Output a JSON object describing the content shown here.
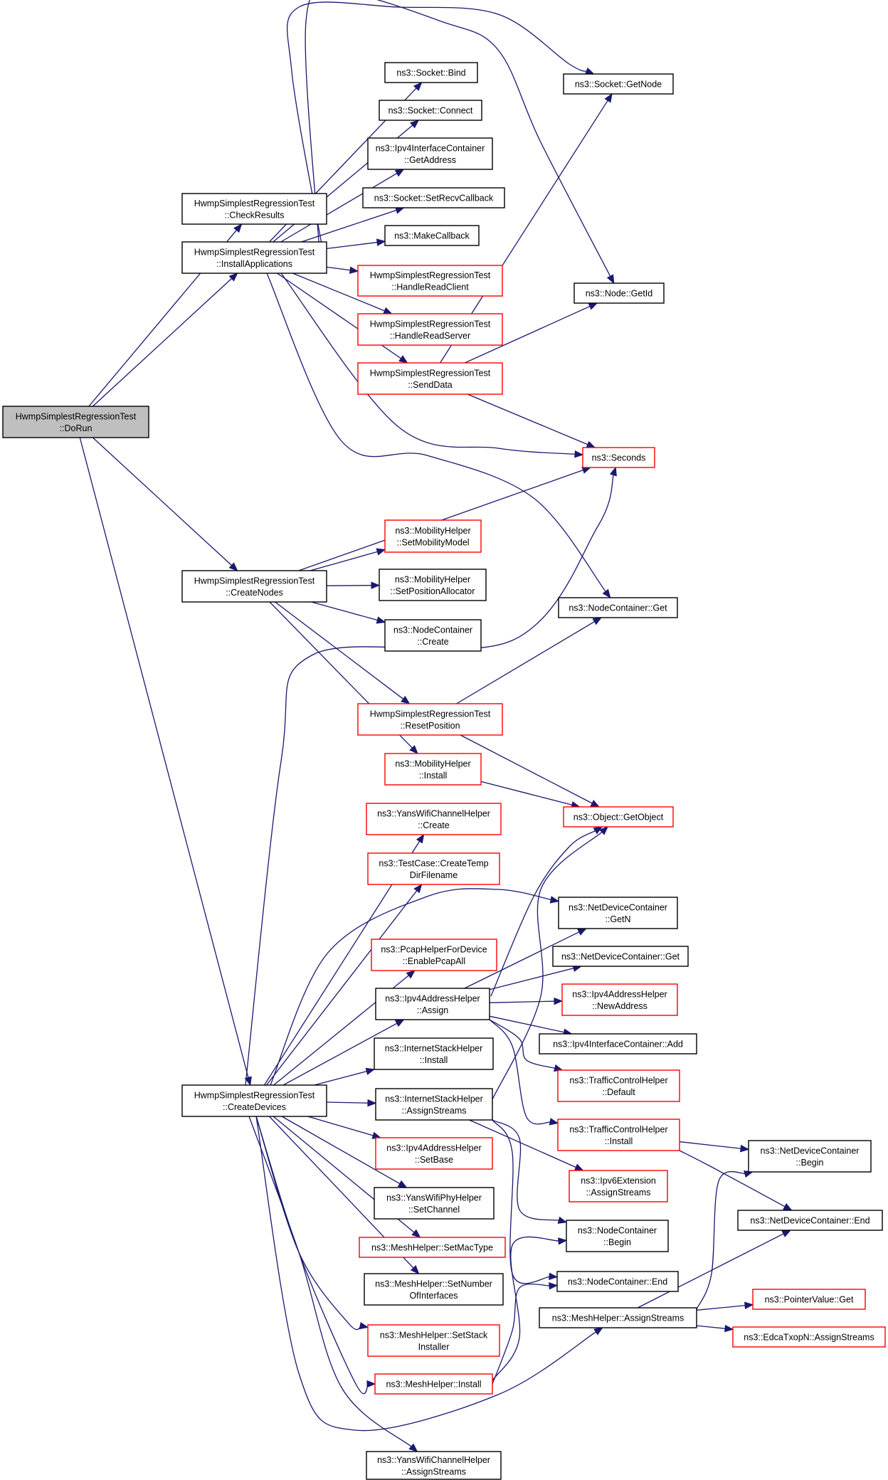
{
  "nodes": {
    "dorun": {
      "lines": [
        "HwmpSimplestRegressionTest",
        "::DoRun"
      ],
      "style": "root"
    },
    "checkresults": {
      "lines": [
        "HwmpSimplestRegressionTest",
        "::CheckResults"
      ],
      "style": "black"
    },
    "installapps": {
      "lines": [
        "HwmpSimplestRegressionTest",
        "::InstallApplications"
      ],
      "style": "black"
    },
    "createnodes": {
      "lines": [
        "HwmpSimplestRegressionTest",
        "::CreateNodes"
      ],
      "style": "black"
    },
    "createdevices": {
      "lines": [
        "HwmpSimplestRegressionTest",
        "::CreateDevices"
      ],
      "style": "black"
    },
    "socketbind": {
      "lines": [
        "ns3::Socket::Bind"
      ],
      "style": "black"
    },
    "socketconnect": {
      "lines": [
        "ns3::Socket::Connect"
      ],
      "style": "black"
    },
    "ipv4ifcgetaddr": {
      "lines": [
        "ns3::Ipv4InterfaceContainer",
        "::GetAddress"
      ],
      "style": "black"
    },
    "setrecvcb": {
      "lines": [
        "ns3::Socket::SetRecvCallback"
      ],
      "style": "black"
    },
    "makecallback": {
      "lines": [
        "ns3::MakeCallback"
      ],
      "style": "black"
    },
    "handlereadclient": {
      "lines": [
        "HwmpSimplestRegressionTest",
        "::HandleReadClient"
      ],
      "style": "red"
    },
    "handlereadserver": {
      "lines": [
        "HwmpSimplestRegressionTest",
        "::HandleReadServer"
      ],
      "style": "red"
    },
    "senddata": {
      "lines": [
        "HwmpSimplestRegressionTest",
        "::SendData"
      ],
      "style": "red"
    },
    "socketgetnode": {
      "lines": [
        "ns3::Socket::GetNode"
      ],
      "style": "black"
    },
    "nodegetid": {
      "lines": [
        "ns3::Node::GetId"
      ],
      "style": "black"
    },
    "seconds": {
      "lines": [
        "ns3::Seconds"
      ],
      "style": "red"
    },
    "setmobilitymodel": {
      "lines": [
        "ns3::MobilityHelper",
        "::SetMobilityModel"
      ],
      "style": "red"
    },
    "setposalloc": {
      "lines": [
        "ns3::MobilityHelper",
        "::SetPositionAllocator"
      ],
      "style": "black"
    },
    "nodecontcreate": {
      "lines": [
        "ns3::NodeContainer",
        "::Create"
      ],
      "style": "black"
    },
    "nodecontget": {
      "lines": [
        "ns3::NodeContainer::Get"
      ],
      "style": "black"
    },
    "resetposition": {
      "lines": [
        "HwmpSimplestRegressionTest",
        "::ResetPosition"
      ],
      "style": "red"
    },
    "mobilityinstall": {
      "lines": [
        "ns3::MobilityHelper",
        "::Install"
      ],
      "style": "red"
    },
    "getobject": {
      "lines": [
        "ns3::Object::GetObject"
      ],
      "style": "red"
    },
    "yanschcreate": {
      "lines": [
        "ns3::YansWifiChannelHelper",
        "::Create"
      ],
      "style": "red"
    },
    "createtemp": {
      "lines": [
        "ns3::TestCase::CreateTemp",
        "DirFilename"
      ],
      "style": "red"
    },
    "netdevgetn": {
      "lines": [
        "ns3::NetDeviceContainer",
        "::GetN"
      ],
      "style": "black"
    },
    "enablepcap": {
      "lines": [
        "ns3::PcapHelperForDevice",
        "::EnablePcapAll"
      ],
      "style": "red"
    },
    "netdevget": {
      "lines": [
        "ns3::NetDeviceContainer::Get"
      ],
      "style": "black"
    },
    "ipv4assign": {
      "lines": [
        "ns3::Ipv4AddressHelper",
        "::Assign"
      ],
      "style": "black"
    },
    "newaddress": {
      "lines": [
        "ns3::Ipv4AddressHelper",
        "::NewAddress"
      ],
      "style": "red"
    },
    "ipv4ifcadd": {
      "lines": [
        "ns3::Ipv4InterfaceContainer::Add"
      ],
      "style": "black"
    },
    "inetinstall": {
      "lines": [
        "ns3::InternetStackHelper",
        "::Install"
      ],
      "style": "black"
    },
    "tcdefault": {
      "lines": [
        "ns3::TrafficControlHelper",
        "::Default"
      ],
      "style": "red"
    },
    "inetassign": {
      "lines": [
        "ns3::InternetStackHelper",
        "::AssignStreams"
      ],
      "style": "black"
    },
    "tcinstall": {
      "lines": [
        "ns3::TrafficControlHelper",
        "::Install"
      ],
      "style": "red"
    },
    "netdevbegin": {
      "lines": [
        "ns3::NetDeviceContainer",
        "::Begin"
      ],
      "style": "black"
    },
    "ipv4setbase": {
      "lines": [
        "ns3::Ipv4AddressHelper",
        "::SetBase"
      ],
      "style": "red"
    },
    "ipv6ext": {
      "lines": [
        "ns3::Ipv6Extension",
        "::AssignStreams"
      ],
      "style": "red"
    },
    "netdevend": {
      "lines": [
        "ns3::NetDeviceContainer::End"
      ],
      "style": "black"
    },
    "yansphysetch": {
      "lines": [
        "ns3::YansWifiPhyHelper",
        "::SetChannel"
      ],
      "style": "black"
    },
    "nodecontbegin": {
      "lines": [
        "ns3::NodeContainer",
        "::Begin"
      ],
      "style": "black"
    },
    "setmactype": {
      "lines": [
        "ns3::MeshHelper::SetMacType"
      ],
      "style": "red"
    },
    "nodecontend": {
      "lines": [
        "ns3::NodeContainer::End"
      ],
      "style": "black"
    },
    "setnumif": {
      "lines": [
        "ns3::MeshHelper::SetNumber",
        "OfInterfaces"
      ],
      "style": "black"
    },
    "pointerget": {
      "lines": [
        "ns3::PointerValue::Get"
      ],
      "style": "red"
    },
    "meshassign": {
      "lines": [
        "ns3::MeshHelper::AssignStreams"
      ],
      "style": "black"
    },
    "edcaassign": {
      "lines": [
        "ns3::EdcaTxopN::AssignStreams"
      ],
      "style": "red"
    },
    "setstackinst": {
      "lines": [
        "ns3::MeshHelper::SetStack",
        "Installer"
      ],
      "style": "red"
    },
    "meshinstall": {
      "lines": [
        "ns3::MeshHelper::Install"
      ],
      "style": "red"
    },
    "yanschassign": {
      "lines": [
        "ns3::YansWifiChannelHelper",
        "::AssignStreams"
      ],
      "style": "black"
    }
  },
  "edges": [
    [
      "dorun",
      "checkresults"
    ],
    [
      "dorun",
      "installapps"
    ],
    [
      "dorun",
      "createnodes"
    ],
    [
      "dorun",
      "createdevices"
    ],
    [
      "installapps",
      "socketbind"
    ],
    [
      "installapps",
      "socketconnect"
    ],
    [
      "installapps",
      "ipv4ifcgetaddr"
    ],
    [
      "installapps",
      "setrecvcb"
    ],
    [
      "installapps",
      "makecallback"
    ],
    [
      "installapps",
      "handlereadclient"
    ],
    [
      "installapps",
      "handlereadserver"
    ],
    [
      "installapps",
      "senddata"
    ],
    [
      "installapps",
      "socketgetnode"
    ],
    [
      "installapps",
      "nodegetid"
    ],
    [
      "installapps",
      "seconds"
    ],
    [
      "installapps",
      "nodecontget"
    ],
    [
      "senddata",
      "socketgetnode"
    ],
    [
      "senddata",
      "nodegetid"
    ],
    [
      "senddata",
      "seconds"
    ],
    [
      "createnodes",
      "seconds"
    ],
    [
      "createnodes",
      "setmobilitymodel"
    ],
    [
      "createnodes",
      "setposalloc"
    ],
    [
      "createnodes",
      "nodecontcreate"
    ],
    [
      "createnodes",
      "resetposition"
    ],
    [
      "createnodes",
      "mobilityinstall"
    ],
    [
      "resetposition",
      "nodecontget"
    ],
    [
      "resetposition",
      "getobject"
    ],
    [
      "mobilityinstall",
      "getobject"
    ],
    [
      "createdevices",
      "seconds"
    ],
    [
      "createdevices",
      "yanschcreate"
    ],
    [
      "createdevices",
      "createtemp"
    ],
    [
      "createdevices",
      "netdevgetn"
    ],
    [
      "createdevices",
      "enablepcap"
    ],
    [
      "createdevices",
      "ipv4assign"
    ],
    [
      "createdevices",
      "inetinstall"
    ],
    [
      "createdevices",
      "inetassign"
    ],
    [
      "createdevices",
      "ipv4setbase"
    ],
    [
      "createdevices",
      "yansphysetch"
    ],
    [
      "createdevices",
      "setmactype"
    ],
    [
      "createdevices",
      "setnumif"
    ],
    [
      "createdevices",
      "setstackinst"
    ],
    [
      "createdevices",
      "meshinstall"
    ],
    [
      "createdevices",
      "yanschassign"
    ],
    [
      "createdevices",
      "meshassign"
    ],
    [
      "ipv4assign",
      "getobject"
    ],
    [
      "ipv4assign",
      "netdevgetn"
    ],
    [
      "ipv4assign",
      "netdevget"
    ],
    [
      "ipv4assign",
      "newaddress"
    ],
    [
      "ipv4assign",
      "ipv4ifcadd"
    ],
    [
      "ipv4assign",
      "tcdefault"
    ],
    [
      "ipv4assign",
      "tcinstall"
    ],
    [
      "tcinstall",
      "netdevbegin"
    ],
    [
      "tcinstall",
      "netdevend"
    ],
    [
      "inetassign",
      "getobject"
    ],
    [
      "inetassign",
      "ipv6ext"
    ],
    [
      "inetassign",
      "nodecontbegin"
    ],
    [
      "inetassign",
      "nodecontend"
    ],
    [
      "meshinstall",
      "nodecontbegin"
    ],
    [
      "meshinstall",
      "nodecontend"
    ],
    [
      "meshassign",
      "netdevbegin"
    ],
    [
      "meshassign",
      "netdevend"
    ],
    [
      "meshassign",
      "pointerget"
    ],
    [
      "meshassign",
      "edcaassign"
    ]
  ]
}
